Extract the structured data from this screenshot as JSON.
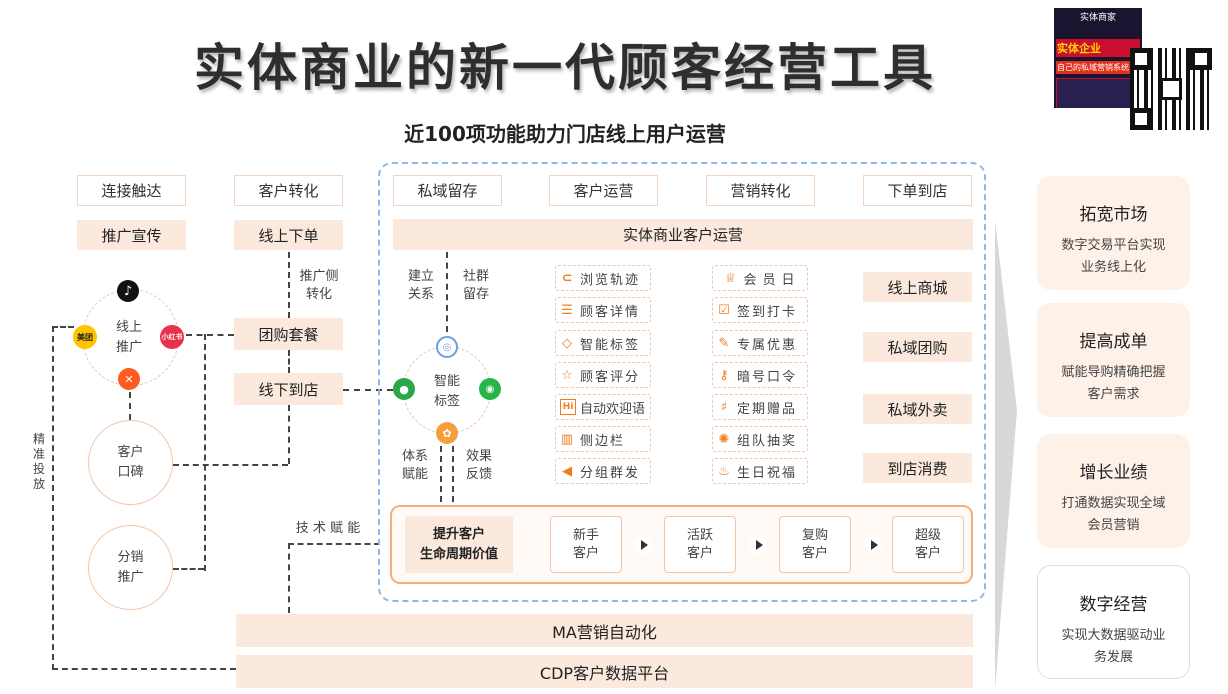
{
  "title": "实体商业的新一代顾客经营工具",
  "subtitle": "近100项功能助力门店线上用户运营",
  "columns": {
    "c1": "连接触达",
    "c2": "客户转化",
    "c3": "私域留存",
    "c4": "客户运营",
    "c5": "营销转化",
    "c6": "下单到店"
  },
  "left": {
    "promo": "推广宣传",
    "online_order": "线上下单",
    "push_conv": "推广侧\n转化",
    "group_buy": "团购套餐",
    "offline": "线下到店",
    "circle_online": "线上\n推广",
    "circle_word": "客户\n口碑",
    "circle_dist": "分销\n推广",
    "precise": "精\n准\n投\n放",
    "tech": "技 术 赋 能",
    "meituan": "美团",
    "xhs": "小红书"
  },
  "center": {
    "banner": "实体商业客户运营",
    "build_rel": "建立\n关系",
    "community": "社群\n留存",
    "smart_tag": "智能\n标签",
    "system": "体系\n赋能",
    "feedback": "效果\n反馈",
    "features_left": [
      "浏览轨迹",
      "顾客详情",
      "智能标签",
      "顾客评分",
      "自动欢迎语",
      "侧边栏",
      "分组群发"
    ],
    "features_mid": [
      "会员日",
      "签到打卡",
      "专属优惠",
      "暗号口令",
      "定期赠品",
      "组队抽奖",
      "生日祝福"
    ],
    "channels": [
      "线上商城",
      "私域团购",
      "私域外卖",
      "到店消费"
    ],
    "lifecycle_label": "提升客户\n生命周期价值",
    "stages": [
      "新手\n客户",
      "活跃\n客户",
      "复购\n客户",
      "超级\n客户"
    ]
  },
  "bottom": {
    "ma": "MA营销自动化",
    "cdp": "CDP客户数据平台"
  },
  "right": [
    {
      "title": "拓宽市场",
      "desc": "数字交易平台实现\n业务线上化"
    },
    {
      "title": "提高成单",
      "desc": "赋能导购精确把握\n客户需求"
    },
    {
      "title": "增长业绩",
      "desc": "打通数据实现全域\n会员营销"
    },
    {
      "title": "数字经营",
      "desc": "实现大数据驱动业\n务发展"
    }
  ],
  "ad": {
    "top": "实体商家",
    "mid": "实体企业",
    "lines": "自己的私域营销系统"
  },
  "colors": {
    "accent": "#f07d1e",
    "fill": "#fbe9dd",
    "border": "#f0d4c2",
    "blue_dash": "#8fb7e8"
  }
}
